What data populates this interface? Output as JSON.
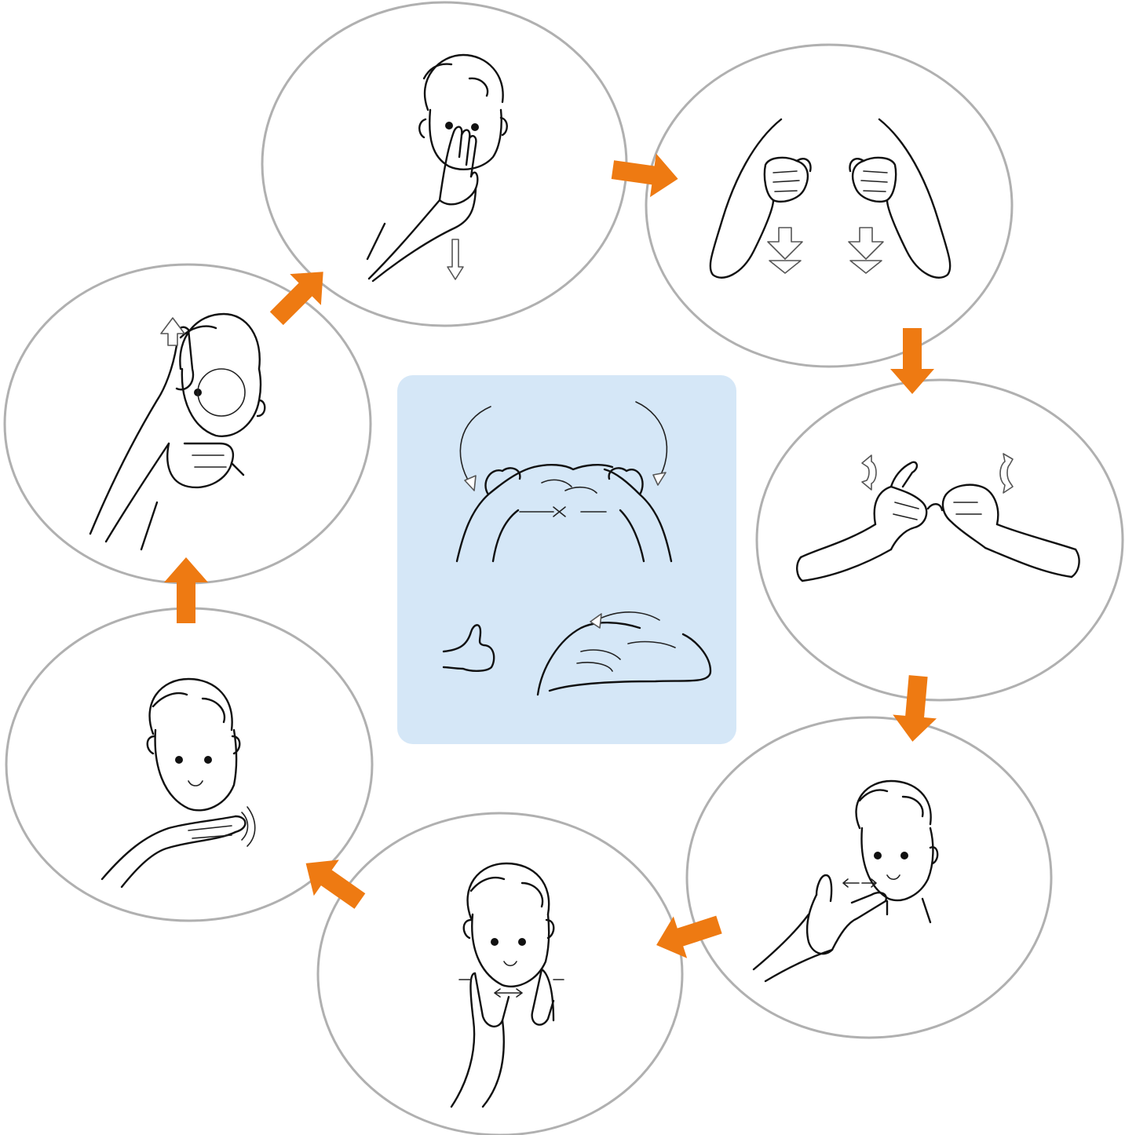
{
  "colors": {
    "arrow": "#ee7a12",
    "panel": "#d5e7f7",
    "frame": "#b0b0b0",
    "ink": "#111111"
  },
  "steps": [
    {
      "id": "hand-over-mouth",
      "icon": "sign-hand-over-mouth-icon"
    },
    {
      "id": "two-fists-down",
      "icon": "sign-two-fists-down-icon"
    },
    {
      "id": "fingers-flick",
      "icon": "sign-fingers-flick-icon"
    },
    {
      "id": "finger-to-cheek",
      "icon": "sign-finger-to-cheek-icon"
    },
    {
      "id": "two-fingers-at-chin",
      "icon": "sign-two-fingers-at-chin-icon"
    },
    {
      "id": "hand-under-chin",
      "icon": "sign-hand-under-chin-icon"
    },
    {
      "id": "finger-circle-face",
      "icon": "sign-finger-circle-face-icon"
    }
  ],
  "center": {
    "icon": "sign-center-combined-icon"
  },
  "flow_direction": "clockwise"
}
